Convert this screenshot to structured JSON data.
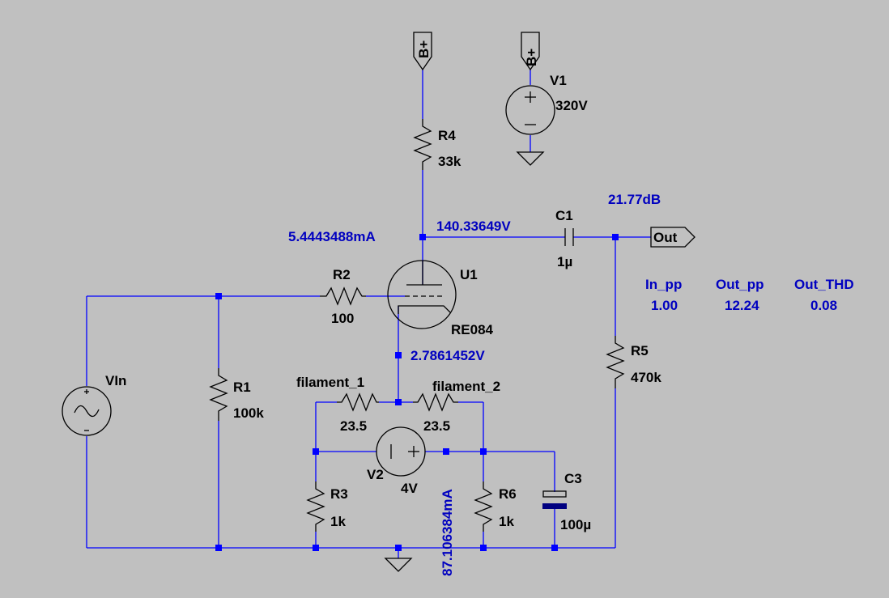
{
  "colors": {
    "background": "#c0c0c0",
    "wire": "#0000ff",
    "symbol": "#000000",
    "annotation": "#0000c0"
  },
  "components": {
    "r1": {
      "name": "R1",
      "value": "100k"
    },
    "r2": {
      "name": "R2",
      "value": "100"
    },
    "r3": {
      "name": "R3",
      "value": "1k"
    },
    "r4": {
      "name": "R4",
      "value": "33k"
    },
    "r5": {
      "name": "R5",
      "value": "470k"
    },
    "r6": {
      "name": "R6",
      "value": "1k"
    },
    "c1": {
      "name": "C1",
      "value": "1µ"
    },
    "c3": {
      "name": "C3",
      "value": "100µ"
    },
    "v1": {
      "name": "V1",
      "value": "320V"
    },
    "v2": {
      "name": "V2",
      "value": "4V"
    },
    "vin": {
      "name": "VIn"
    },
    "u1": {
      "name": "U1",
      "value": "RE084"
    },
    "filament_1": {
      "name": "filament_1",
      "value": "23.5"
    },
    "filament_2": {
      "name": "filament_2",
      "value": "23.5"
    }
  },
  "ports": {
    "bplus": "B+",
    "out": "Out"
  },
  "annotations": {
    "anode_current": "5.4443488mA",
    "anode_voltage": "140.33649V",
    "cathode_voltage": "2.7861452V",
    "filament_current": "87.106384mA",
    "gain": "21.77dB"
  },
  "measurements": {
    "in_pp_label": "In_pp",
    "in_pp_value": "1.00",
    "out_pp_label": "Out_pp",
    "out_pp_value": "12.24",
    "out_thd_label": "Out_THD",
    "out_thd_value": "0.08"
  }
}
